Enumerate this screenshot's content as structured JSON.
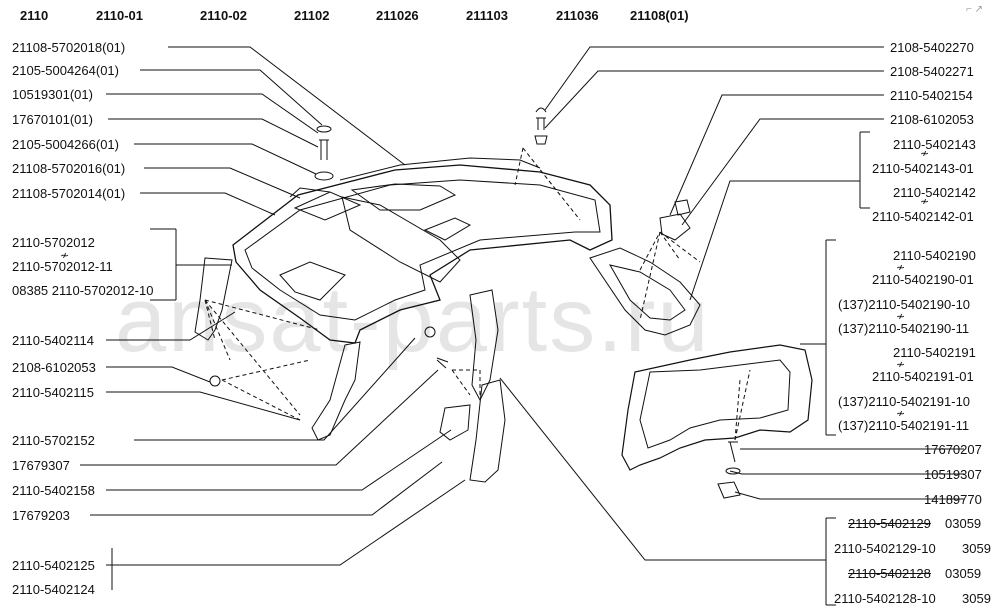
{
  "header_models": [
    "2110",
    "2110-01",
    "2110-02",
    "21102",
    "211026",
    "211103",
    "211036",
    "21108(01)"
  ],
  "corner_mark": "⌐ ↗",
  "watermark": "ansat-parts.ru",
  "left_labels": [
    "21108-5702018(01)",
    "2105-5004264(01)",
    "10519301(01)",
    "17670101(01)",
    "2105-5004266(01)",
    "21108-5702016(01)",
    "21108-5702014(01)",
    "2110-5702012",
    "2110-5702012-11",
    "08385 2110-5702012-10",
    "2110-5402114",
    "2108-6102053",
    "2110-5402115",
    "2110-5702152",
    "17679307",
    "2110-5402158",
    "17679203",
    "2110-5402125",
    "2110-5402124"
  ],
  "right_labels": [
    "2108-5402270",
    "2108-5402271",
    "2110-5402154",
    "2108-6102053",
    "2110-5402143",
    "2110-5402143-01",
    "2110-5402142",
    "2110-5402142-01",
    "2110-5402190",
    "2110-5402190-01",
    "(137)2110-5402190-10",
    "(137)2110-5402190-11",
    "2110-5402191",
    "2110-5402191-01",
    "(137)2110-5402191-10",
    "(137)2110-5402191-11",
    "17670207",
    "10519307",
    "14189770",
    "2110-5402129",
    "03059",
    "2110-5402129-10",
    "3059",
    "2110-5402128",
    "03059",
    "2110-5402128-10",
    "3059"
  ],
  "alt_mark": "≁"
}
